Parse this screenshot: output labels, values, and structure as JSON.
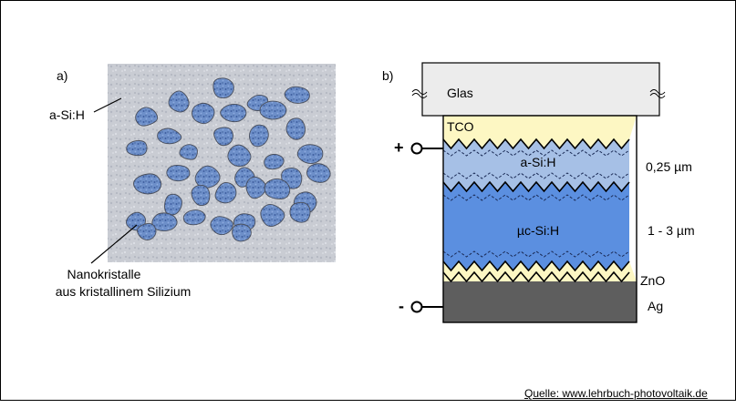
{
  "panel_a": {
    "label": "a)",
    "matrix_label": "a-Si:H",
    "crystal_label_line1": "Nanokristalle",
    "crystal_label_line2": "aus kristallinem  Silizium"
  },
  "panel_b": {
    "label": "b)",
    "glass_label": "Glas",
    "tco_label": "TCO",
    "asi_label": "a-Si:H",
    "asi_thickness": "0,25 µm",
    "ucsi_label": "µc-Si:H",
    "ucsi_thickness": "1 - 3 µm",
    "zno_label": "ZnO",
    "ag_label": "Ag",
    "plus_terminal": "+",
    "minus_terminal": "-"
  },
  "colors": {
    "matrix_gray": "#c9ccd3",
    "crystal_blue": "#6d8fc9",
    "tco_yellow": "#fdf7c3",
    "asi_lightblue": "#a6c0e6",
    "ucsi_blue": "#5b8fe0",
    "ag_gray": "#5e5e5e",
    "glass_gray": "#ececec"
  },
  "source": "Quelle: www.lehrbuch-photovoltaik.de"
}
